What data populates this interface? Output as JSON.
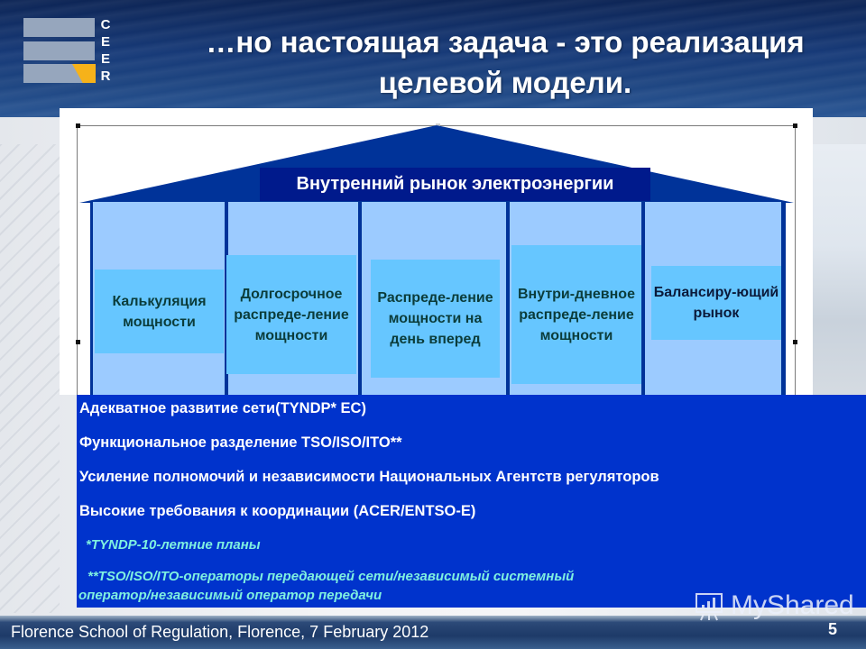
{
  "header": {
    "logo_letters": [
      "C",
      "E",
      "E",
      "R"
    ],
    "title_line1": "…но настоящая задача - это реализация",
    "title_line2": "целевой модели."
  },
  "diagram": {
    "roof_label": "Внутренний рынок электроэнергии",
    "pillars": [
      {
        "label": "Калькуляция мощности"
      },
      {
        "label": "Долгосрочное распреде-ление мощности"
      },
      {
        "label": "Распреде-ление мощности на день вперед"
      },
      {
        "label": "Внутри-дневное распреде-ление мощности"
      },
      {
        "label": "Балансиру-ющий рынок"
      }
    ],
    "foundation_items": [
      "Адекватное развитие сети(TYNDP* EC)",
      "Функциональное разделение TSO/ISO/ITO**",
      "Усиление полномочий и независимости Национальных Агентств регуляторов",
      "Высокие требования к координации (ACER/ENTSO-E)"
    ],
    "notes": [
      "*TYNDP-10-летние планы",
      "**TSO/ISO/ITO-операторы передающей сети/независимый системный",
      "оператор/независимый оператор передачи"
    ]
  },
  "footer": {
    "text": "Florence School of Regulation, Florence, 7 February 2012",
    "page_number": "5",
    "watermark": "MyShared"
  },
  "colors": {
    "roof": "#003399",
    "roof_label_bg": "#001a8c",
    "pillar_bg": "#9ccbff",
    "pillar_label_bg": "#66c6ff",
    "foundation_bg": "#0033cc",
    "note_text": "#7ff0e0",
    "logo_accent": "#f6b21a"
  }
}
